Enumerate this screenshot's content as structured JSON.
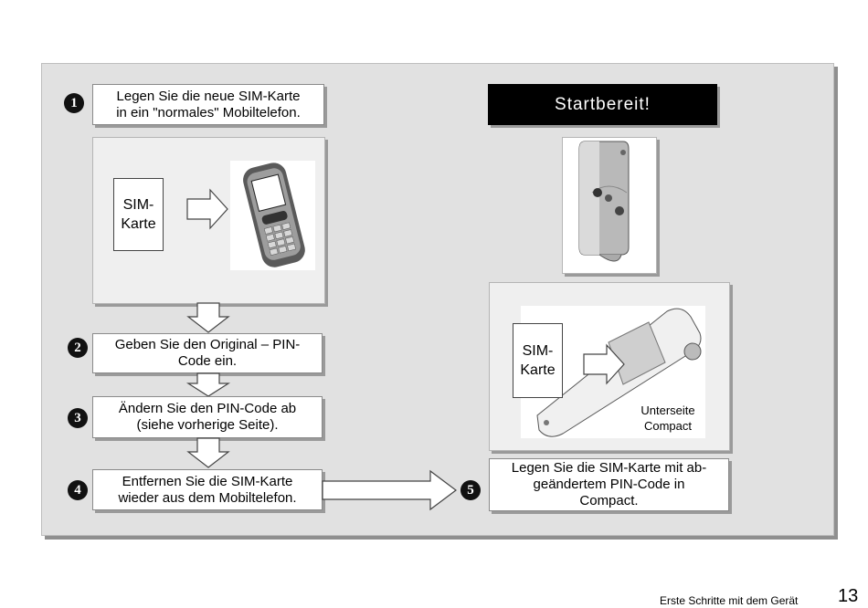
{
  "steps": [
    {
      "number": "1",
      "text_line1": "Legen Sie die neue SIM-Karte",
      "text_line2": "in ein \"normales\" Mobiltelefon."
    },
    {
      "number": "2",
      "text_line1": "Geben Sie den Original – PIN-",
      "text_line2": "Code ein."
    },
    {
      "number": "3",
      "text_line1": "Ändern Sie den PIN-Code ab",
      "text_line2": "(siehe vorherige Seite)."
    },
    {
      "number": "4",
      "text_line1": "Entfernen Sie die SIM-Karte",
      "text_line2": "wieder aus dem Mobiltelefon."
    },
    {
      "number": "5",
      "text_line1": "Legen Sie die SIM-Karte mit ab-",
      "text_line2": "geändertem PIN-Code in",
      "text_line3": "Compact."
    }
  ],
  "sim_card": {
    "line1": "SIM-",
    "line2": "Karte"
  },
  "ready_label": "Startbereit!",
  "underside_caption": {
    "line1": "Unterseite",
    "line2": "Compact"
  },
  "footer": {
    "text": "Erste Schritte mit dem Gerät",
    "page_number": "13"
  }
}
